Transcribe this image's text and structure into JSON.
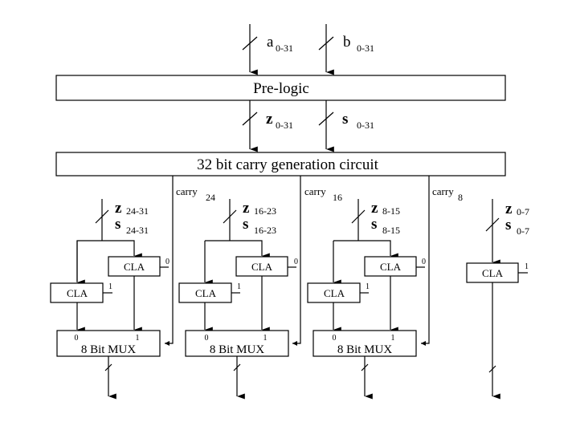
{
  "diagram": {
    "inputs": [
      {
        "symbol": "a",
        "range": "0-31"
      },
      {
        "symbol": "b",
        "range": "0-31"
      }
    ],
    "prelogic": {
      "label": "Pre-logic"
    },
    "prelogic_outputs": [
      {
        "symbol": "z",
        "range": "0-31"
      },
      {
        "symbol": "s",
        "range": "0-31"
      }
    ],
    "carry_gen": {
      "label": "32 bit carry generation circuit"
    },
    "carries": [
      {
        "label": "carry",
        "sub": "24"
      },
      {
        "label": "carry",
        "sub": "16"
      },
      {
        "label": "carry",
        "sub": "8"
      }
    ],
    "blocks": [
      {
        "z": "z",
        "z_range": "24-31",
        "s": "s",
        "s_range": "24-31",
        "cla_top": {
          "label": "CLA",
          "cin": "0"
        },
        "cla_bottom": {
          "label": "CLA",
          "cin": "1"
        },
        "mux": {
          "label": "8 Bit MUX",
          "in0": "0",
          "in1": "1"
        }
      },
      {
        "z": "z",
        "z_range": "16-23",
        "s": "s",
        "s_range": "16-23",
        "cla_top": {
          "label": "CLA",
          "cin": "0"
        },
        "cla_bottom": {
          "label": "CLA",
          "cin": "1"
        },
        "mux": {
          "label": "8 Bit MUX",
          "in0": "0",
          "in1": "1"
        }
      },
      {
        "z": "z",
        "z_range": "8-15",
        "s": "s",
        "s_range": "8-15",
        "cla_top": {
          "label": "CLA",
          "cin": "0"
        },
        "cla_bottom": {
          "label": "CLA",
          "cin": "1"
        },
        "mux": {
          "label": "8 Bit MUX",
          "in0": "0",
          "in1": "1"
        }
      }
    ],
    "last_block": {
      "z": "z",
      "z_range": "0-7",
      "s": "s",
      "s_range": "0-7",
      "cla": {
        "label": "CLA",
        "cin": "1"
      }
    }
  }
}
